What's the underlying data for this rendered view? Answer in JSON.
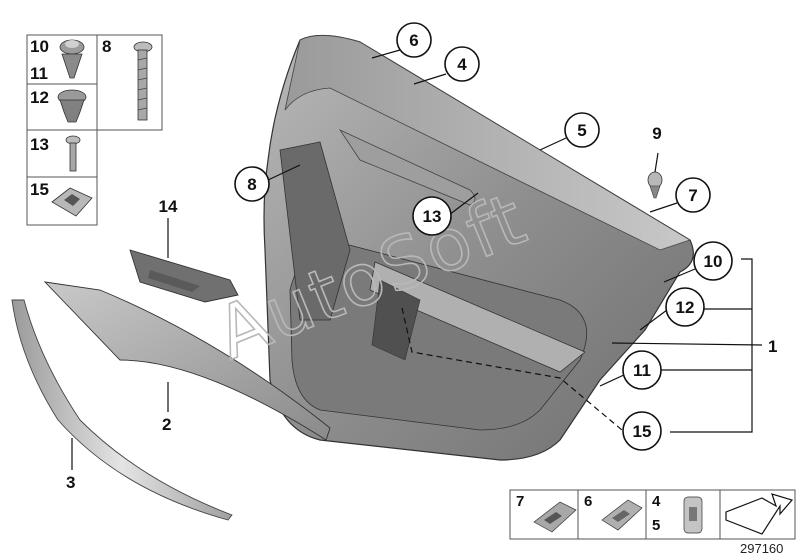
{
  "watermark": "AutoSoft",
  "reference_number": "297160",
  "legend_box": {
    "cells": [
      "10",
      "11",
      "8",
      "12",
      "13",
      "15"
    ]
  },
  "callouts": [
    "1",
    "2",
    "3",
    "4",
    "5",
    "6",
    "7",
    "8",
    "9",
    "10",
    "11",
    "12",
    "13",
    "14",
    "15"
  ],
  "bottom_box": {
    "cells": [
      "7",
      "6",
      "4",
      "5"
    ]
  }
}
